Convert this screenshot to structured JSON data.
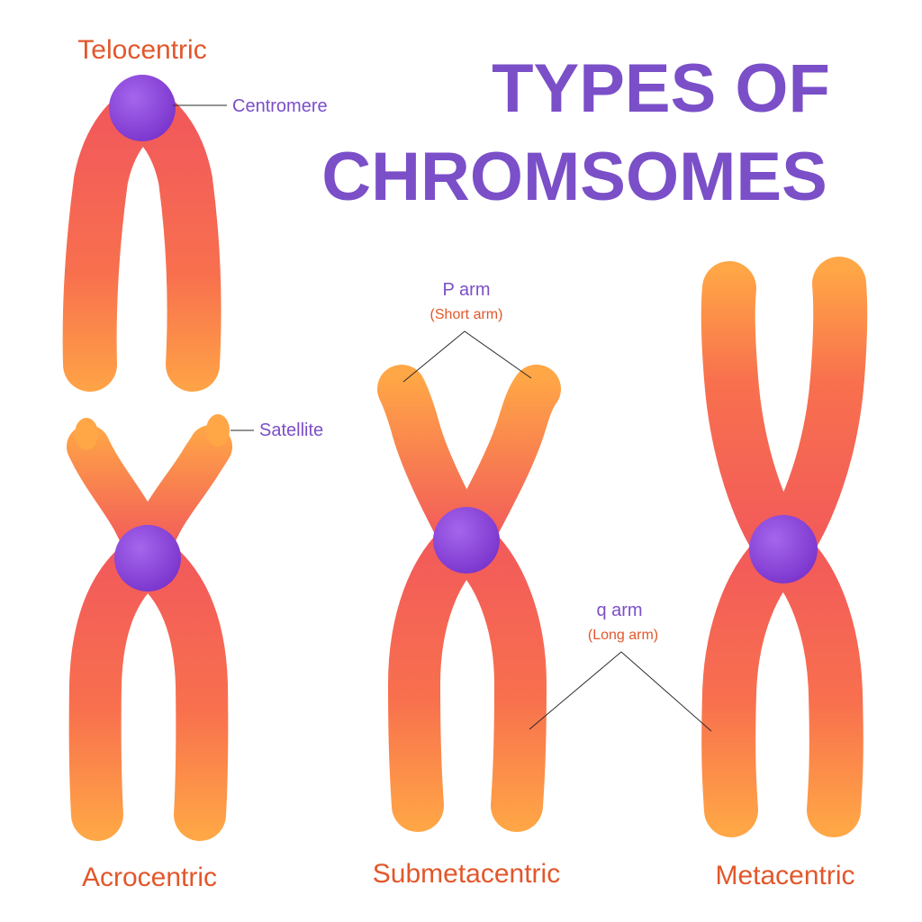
{
  "title": {
    "line1": "TYPES OF",
    "line2": "CHROMSOMES"
  },
  "types": {
    "telocentric": "Telocentric",
    "acrocentric": "Acrocentric",
    "submetacentric": "Submetacentric",
    "metacentric": "Metacentric"
  },
  "annotations": {
    "centromere": "Centromere",
    "satellite": "Satellite",
    "p_arm": "P arm",
    "p_arm_sub": "(Short arm)",
    "q_arm": "q arm",
    "q_arm_sub": "(Long arm)"
  },
  "colors": {
    "title": "#7b4fc8",
    "type_label": "#e2572b",
    "annotation_label": "#7b4fc8",
    "annotation_sub": "#e2572b",
    "centromere": "#8a3fd6",
    "chromatid_core": "#f25a5a",
    "chromatid_tip": "#ffa646"
  }
}
